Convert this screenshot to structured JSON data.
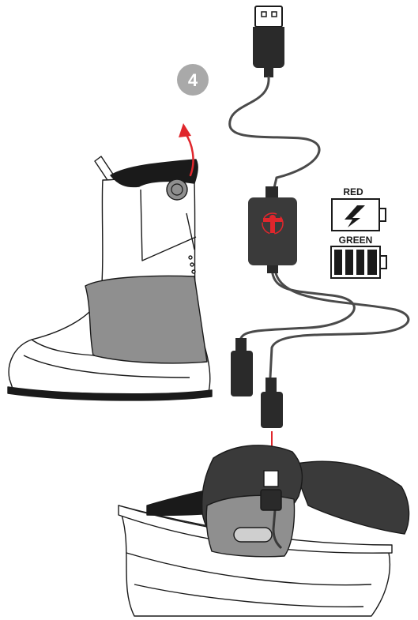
{
  "step": {
    "number": "4"
  },
  "battery_states": [
    {
      "label": "RED",
      "icon": "charging-bolt-icon",
      "meaning_color": "#d0202a"
    },
    {
      "label": "GREEN",
      "icon": "battery-full-icon",
      "meaning_color": "#2a9d3a"
    }
  ],
  "colors": {
    "accent_arrow": "#e0262c",
    "controller_body": "#3a3a3a",
    "controller_logo": "#e0262c",
    "liner_fill": "#8f8f8f",
    "boot_outline": "#1a1a1a",
    "cable": "#4a4a4a",
    "step_badge": "#a9a9a9"
  },
  "icons": [
    "usb-plug-icon",
    "charging-controller-icon",
    "charging-bolt-icon",
    "battery-full-icon",
    "rotate-arrow-icon",
    "plug-down-arrow-icon"
  ]
}
